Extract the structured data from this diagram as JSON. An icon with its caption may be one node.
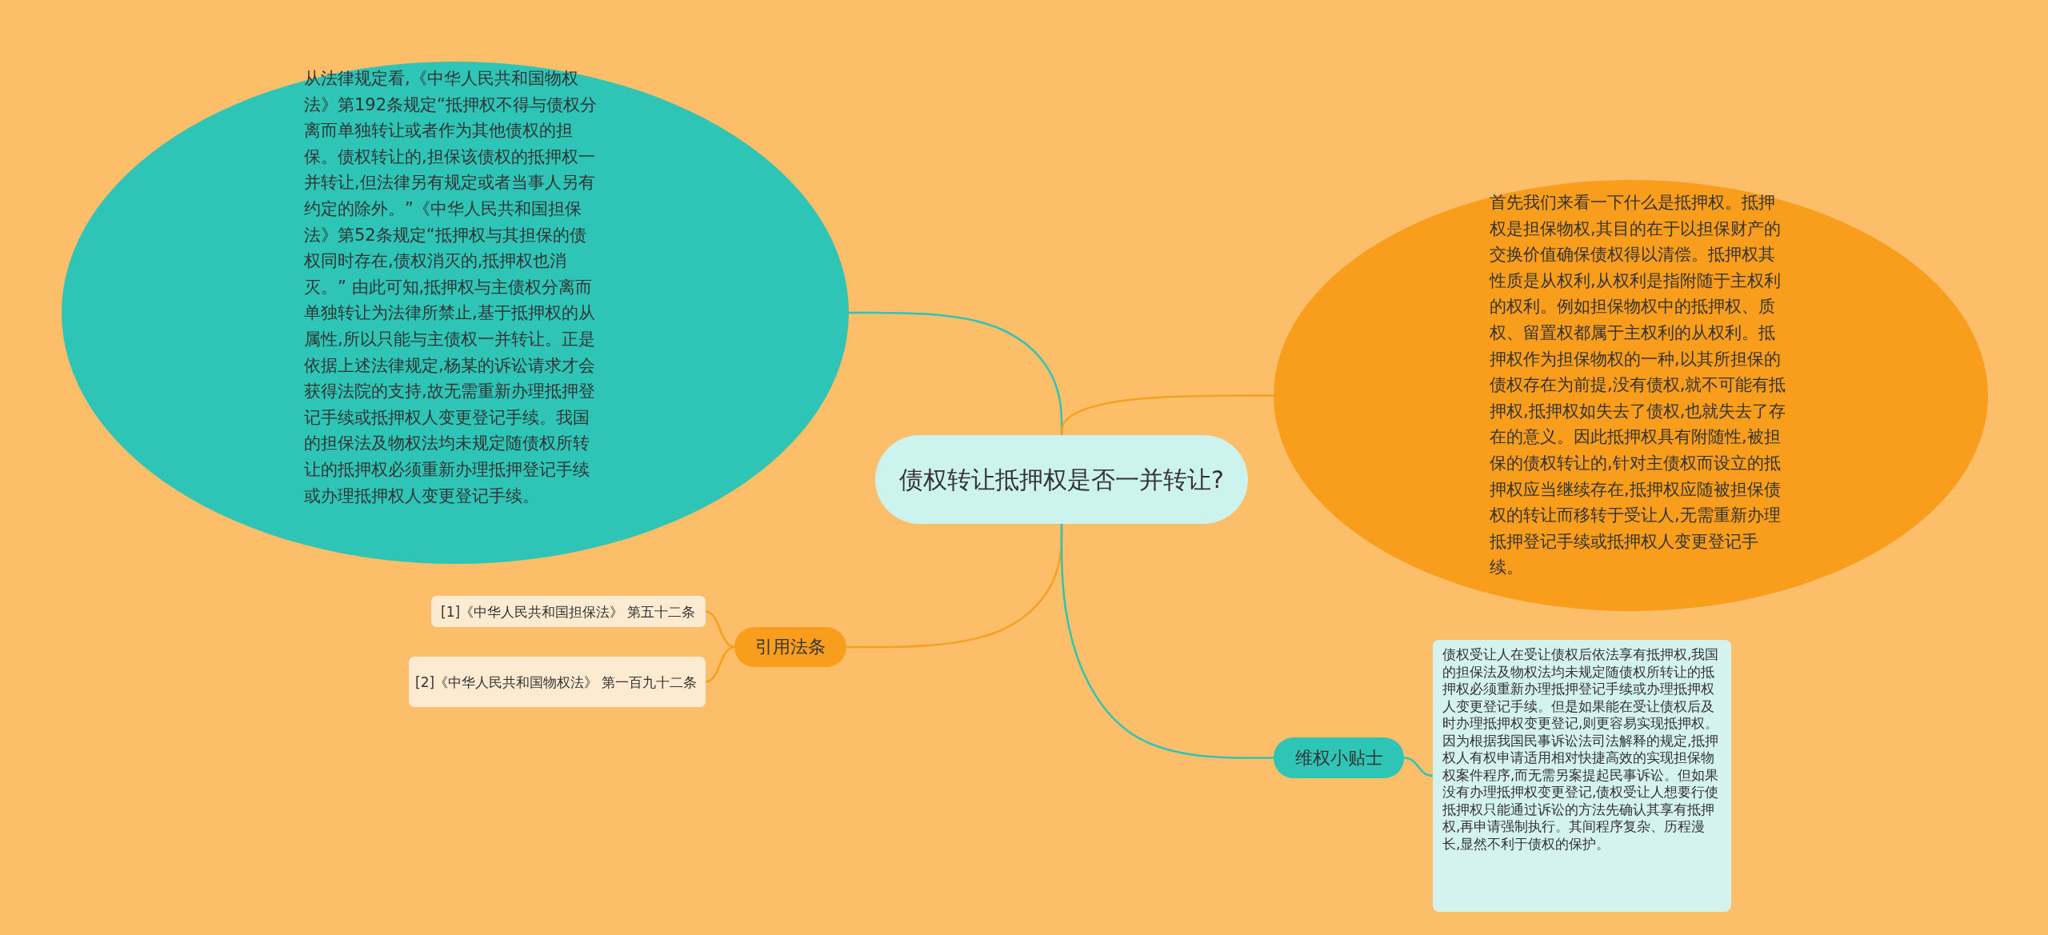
{
  "diagram": {
    "nodes": [
      {
        "text": [
          "债权转让抵押权是否一并转让?"
        ]
      },
      {
        "text": [
          "从法律规定看,《中华人民共和国物权法》第192条规定“抵押权不得与债权分离而单独转让或者作为其他债权的担保。债权转让的,担保该债权的抵押权一并转让,但法律另有规定或者当事人另有约定的除外。”《中华人民共和国担保法》第52条规定“抵押权与其担保的债权同时存在,债权消灭的,抵押权也消灭。” 由此可知,抵押权与主债权分离而单独转让为法律所禁止,基于抵押权的从属性,所以只能与主债权一并转让。正是依据上述法律规定,杨某的诉讼请求才会获得法院的支持,故无需重新办理抵押登记手续或抵押权人变更登记手续。我国的担保法及物权法均未规定随债权所转让的抵押权必须重新办理抵押登记手续或办理抵押权人变更登记手续。"
        ]
      },
      {
        "text": [
          "首先我们来看一下什么是抵押权。抵押权是担保物权,其目的在于以担保财产的交换价值确保债权得以清偿。抵押权其性质是从权利,从权利是指附随于主权利的权利。例如担保物权中的抵押权、质权、留置权都属于主权利的从权利。抵押权作为担保物权的一种,以其所担保的债权存在为前提,没有债权,就不可能有抵押权,抵押权如失去了债权,也就失去了存在的意义。因此抵押权具有附随性,被担保的债权转让的,针对主债权而设立的抵押权应当继续存在,抵押权应随被担保债权的转让而移转于受让人,无需重新办理抵押登记手续或抵押权人变更登记手续。"
        ]
      },
      {
        "text": [
          "引用法条"
        ]
      },
      {
        "text": [
          "[1]《中华人民共和国担保法》 第五十二条"
        ]
      },
      {
        "text": [
          "[2]《中华人民共和国物权法》 第一百九十二条"
        ]
      },
      {
        "text": [
          "维权小贴士"
        ]
      },
      {
        "text": [
          "债权受让人在受让债权后依法享有抵押权,我国的担保法及物权法均未规定随债权所转让的抵押权必须重新办理抵押登记手续或办理抵押权人变更登记手续。但是如果能在受让债权后及时办理抵押权变更登记,则更容易实现抵押权。因为根据我国民事诉讼法司法解释的规定,抵押权人有权申请适用相对快捷高效的实现担保物权案件程序,而无需另案提起民事诉讼。但如果没有办理抵押权变更登记,债权受让人想要行使抵押权只能通过诉讼的方法先确认其享有抵押权,再申请强制执行。其间程序复杂、历程漫长,显然不利于债权的保护。"
        ]
      }
    ],
    "edges": [
      {
        "from": 0,
        "to": 1,
        "arrow": "none",
        "color": "#2ec4b6"
      },
      {
        "from": 0,
        "to": 2,
        "arrow": "none"
      },
      {
        "from": 0,
        "to": 3,
        "arrow": "none"
      },
      {
        "from": 3,
        "to": 4,
        "arrow": "none"
      },
      {
        "from": 3,
        "to": 5,
        "arrow": "none"
      },
      {
        "from": 0,
        "to": 6,
        "arrow": "none",
        "color": "#2ec4b6"
      },
      {
        "from": 6,
        "to": 7,
        "arrow": "none",
        "color": "#2ec4b6"
      }
    ]
  }
}
